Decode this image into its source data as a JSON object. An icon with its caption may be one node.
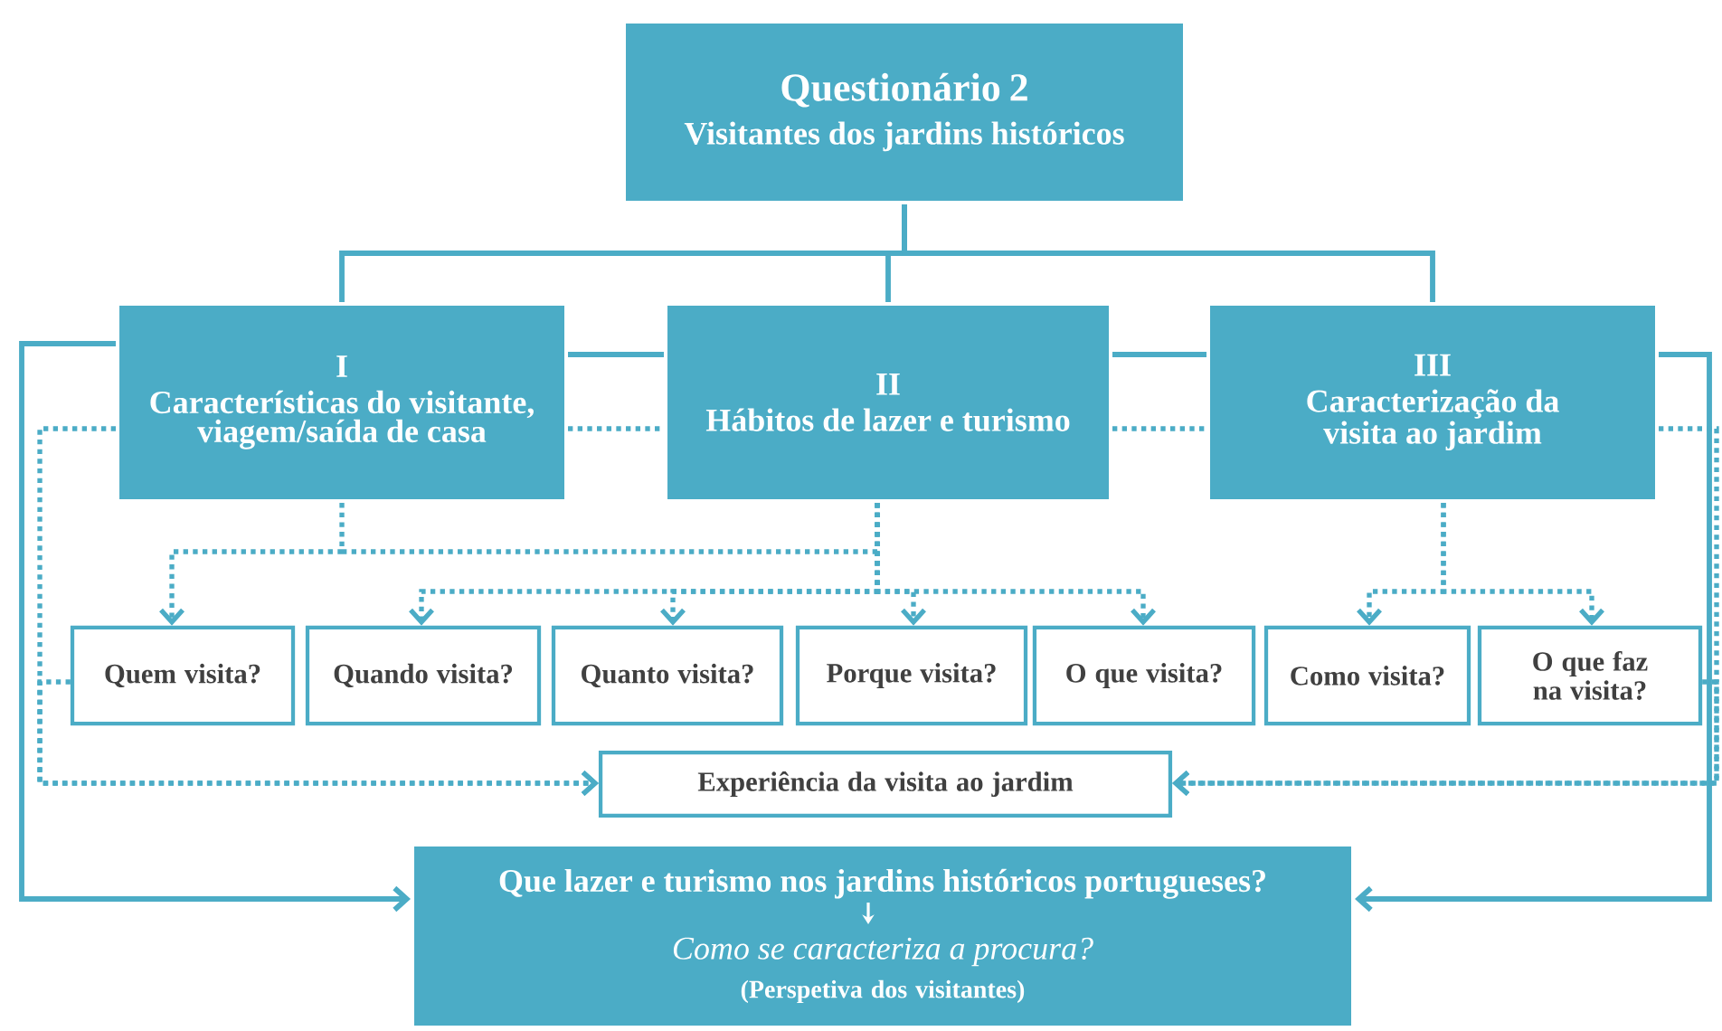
{
  "diagram": {
    "nodes": [
      {
        "text": [
          "Questionário 2",
          "Visitantes dos jardins históricos"
        ]
      },
      {
        "text": [
          "I",
          "Características do visitante, viagem/saída de casa"
        ]
      },
      {
        "text": [
          "II",
          "Hábitos de lazer e turismo"
        ]
      },
      {
        "text": [
          "III",
          "Caracterização da visita ao jardim"
        ]
      },
      {
        "text": [
          "Quem visita?"
        ]
      },
      {
        "text": [
          "Quando visita?"
        ]
      },
      {
        "text": [
          "Quanto visita?"
        ]
      },
      {
        "text": [
          "Porque visita?"
        ]
      },
      {
        "text": [
          "O que visita?"
        ]
      },
      {
        "text": [
          "Como visita?"
        ]
      },
      {
        "text": [
          "O que faz na visita?"
        ]
      },
      {
        "text": [
          "Experiência da visita ao jardim"
        ]
      },
      {
        "text": [
          "Que lazer e turismo nos jardins históricos portugueses?",
          "Como se caracteriza a procura?",
          "(Perspetiva dos visitantes)"
        ]
      }
    ],
    "edges": [
      {
        "from": 0,
        "to": 1,
        "arrow": "none"
      },
      {
        "from": 0,
        "to": 2,
        "arrow": "none"
      },
      {
        "from": 0,
        "to": 3,
        "arrow": "none"
      },
      {
        "from": 1,
        "to": 2,
        "arrow": "none"
      },
      {
        "from": 2,
        "to": 3,
        "arrow": "none"
      },
      {
        "from": 1,
        "to": 2,
        "arrow": "none",
        "style": "dashed"
      },
      {
        "from": 2,
        "to": 3,
        "arrow": "none",
        "style": "dashed"
      },
      {
        "from": 1,
        "to": 12,
        "arrow": "to"
      },
      {
        "from": 3,
        "to": 12,
        "arrow": "to"
      },
      {
        "from": 1,
        "to": 4,
        "arrow": "to",
        "style": "dashed"
      },
      {
        "from": 2,
        "to": 5,
        "arrow": "to",
        "style": "dashed"
      },
      {
        "from": 2,
        "to": 6,
        "arrow": "to",
        "style": "dashed"
      },
      {
        "from": 2,
        "to": 7,
        "arrow": "to",
        "style": "dashed"
      },
      {
        "from": 2,
        "to": 8,
        "arrow": "to",
        "style": "dashed"
      },
      {
        "from": 3,
        "to": 9,
        "arrow": "to",
        "style": "dashed"
      },
      {
        "from": 3,
        "to": 10,
        "arrow": "to",
        "style": "dashed"
      },
      {
        "from": 1,
        "to": 11,
        "arrow": "to",
        "style": "dashed"
      },
      {
        "from": 4,
        "to": 11,
        "arrow": "to",
        "style": "dashed"
      },
      {
        "from": 3,
        "to": 11,
        "arrow": "to",
        "style": "dashed"
      },
      {
        "from": 10,
        "to": 11,
        "arrow": "to",
        "style": "dashed"
      }
    ]
  }
}
